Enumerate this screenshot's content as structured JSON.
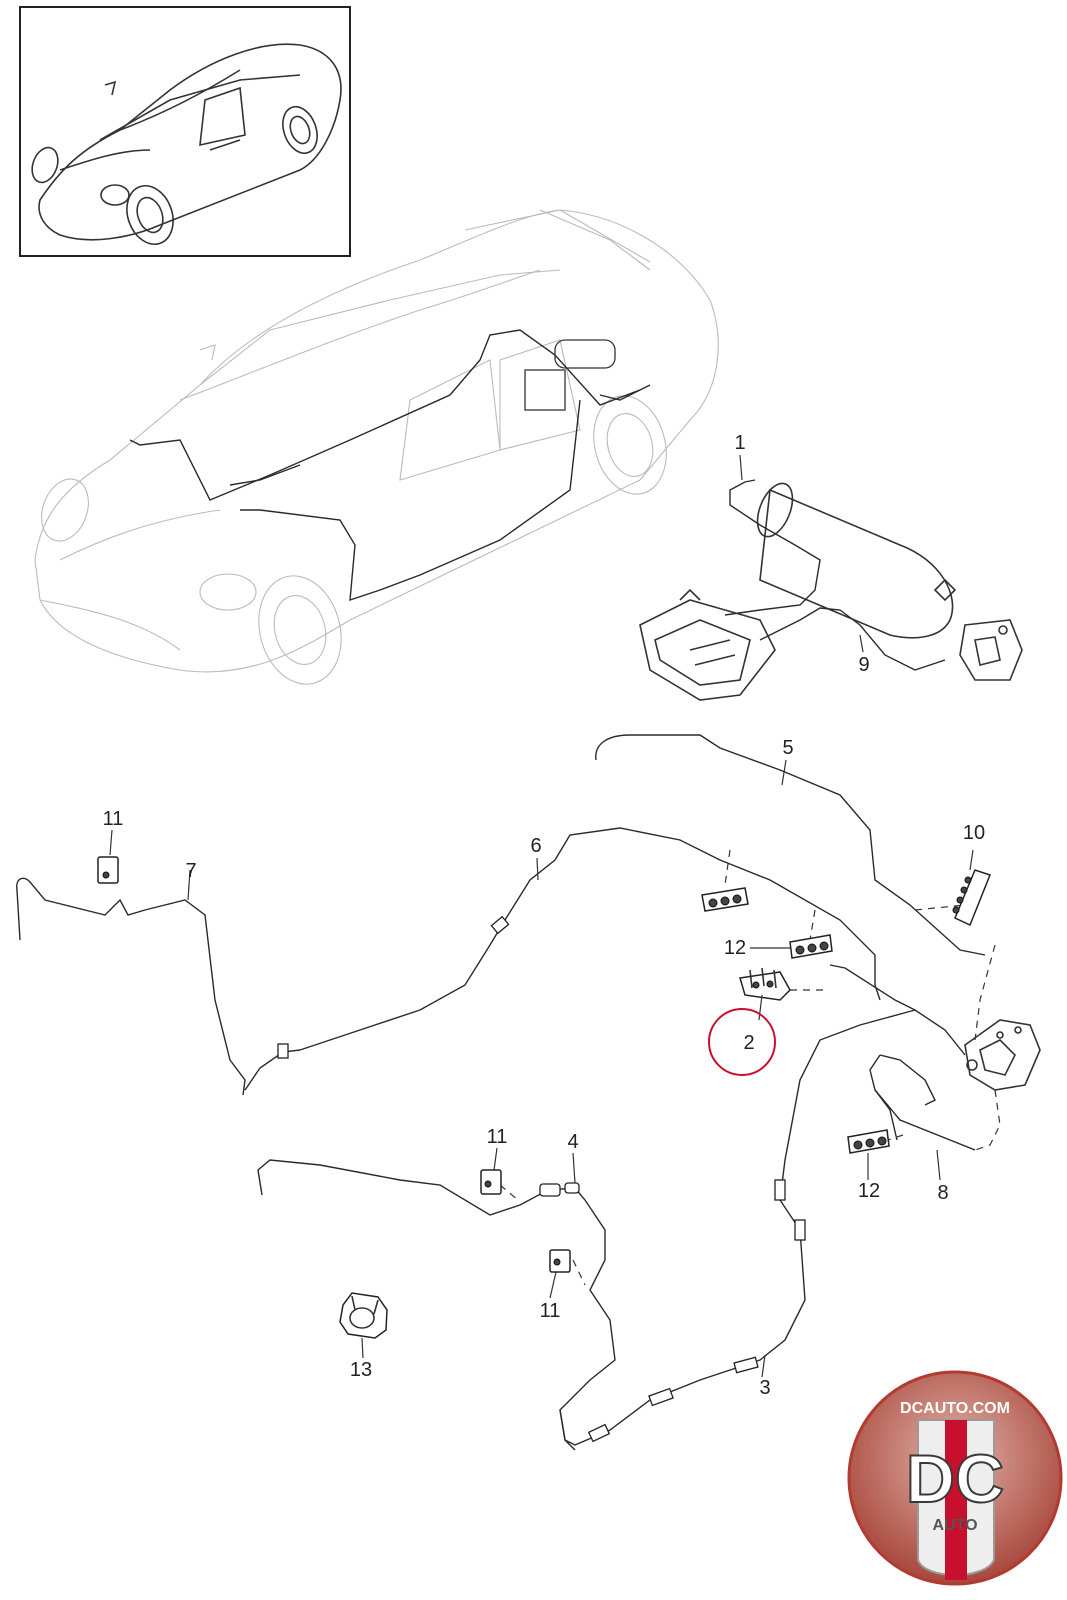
{
  "callouts": {
    "c1": "1",
    "c2": "2",
    "c3": "3",
    "c4": "4",
    "c5": "5",
    "c6": "6",
    "c7": "7",
    "c8": "8",
    "c9": "9",
    "c10": "10",
    "c11a": "11",
    "c11b": "11",
    "c11c": "11",
    "c12a": "12",
    "c12b": "12",
    "c13": "13"
  },
  "highlight_color": "#c8102e",
  "logo": {
    "url_text": "DCAUTO.COM",
    "letters": "DC",
    "sub_text": "AUTO"
  }
}
